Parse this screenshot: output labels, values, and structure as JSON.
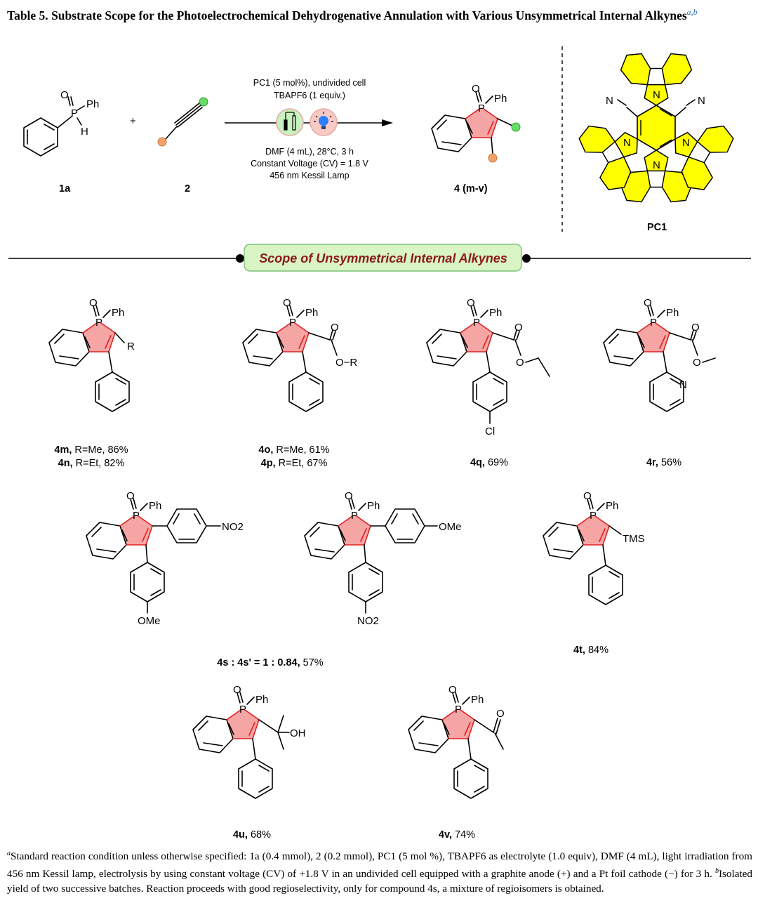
{
  "caption": {
    "table_no": "Table 5.",
    "title": "Substrate Scope for the Photoelectrochemical Dehydrogenative Annulation with Various Unsymmetrical Internal Alkynes",
    "marks": "a,b"
  },
  "scheme": {
    "reactant1_label": "1a",
    "plus": "+",
    "reactant2_label": "2",
    "product_label": "4 (m-v)",
    "catalyst_label": "PC1",
    "conditions_top": [
      "PC1 (5 mol%), undivided cell",
      "TBAPF6 (1 equiv.)"
    ],
    "conditions_bottom": [
      "DMF (4 mL), 28°C, 3 h",
      "Constant Voltage (CV) = 1.8 V",
      "456 nm Kessil Lamp"
    ],
    "atoms": {
      "ph": "Ph",
      "o": "O",
      "p": "P",
      "h": "H",
      "n": "N",
      "r": "R",
      "or": "O−R",
      "cl": "Cl",
      "no2": "NO2",
      "ome": "OMe",
      "tms": "TMS",
      "oh": "OH"
    }
  },
  "section_banner": "Scope of Unsymmetrical Internal Alkynes",
  "compounds": [
    {
      "id": "4m",
      "text": "R=Me, 86%"
    },
    {
      "id": "4n",
      "text": "R=Et, 82%"
    },
    {
      "id": "4o",
      "text": "R=Me, 61%"
    },
    {
      "id": "4p",
      "text": "R=Et, 67%"
    },
    {
      "id": "4q",
      "text": "69%"
    },
    {
      "id": "4r",
      "text": "56%"
    },
    {
      "id": "4s : 4s' = 1 : 0.84",
      "text": "57%"
    },
    {
      "id": "4t",
      "text": "84%"
    },
    {
      "id": "4u",
      "text": "68%"
    },
    {
      "id": "4v",
      "text": "74%"
    }
  ],
  "footnote": {
    "a_pre": "Standard reaction condition unless otherwise specified: ",
    "a_body": "1a (0.4 mmol), 2 (0.2 mmol), PC1 (5 mol %), TBAPF6 as electrolyte (1.0 equiv), DMF (4 mL), light irradiation from 456 nm Kessil lamp, electrolysis by using constant voltage (CV) of +1.8 V in an undivided cell equipped with a graphite anode (+) and a Pt foil cathode (−) for 3 h.",
    "b_body": "Isolated yield of two successive batches. Reaction proceeds with good regioselectivity, only for compound 4s, a mixture of regioisomers is obtained."
  },
  "colors": {
    "ring_fill": "#f6a5a5",
    "ring_bond": "#e02020",
    "banner_fill": "#d9f5c4",
    "banner_text": "#8b1a1a",
    "carbazole": "#ffff00",
    "dot_green": "#66dd66",
    "dot_orange": "#f4a26a"
  }
}
